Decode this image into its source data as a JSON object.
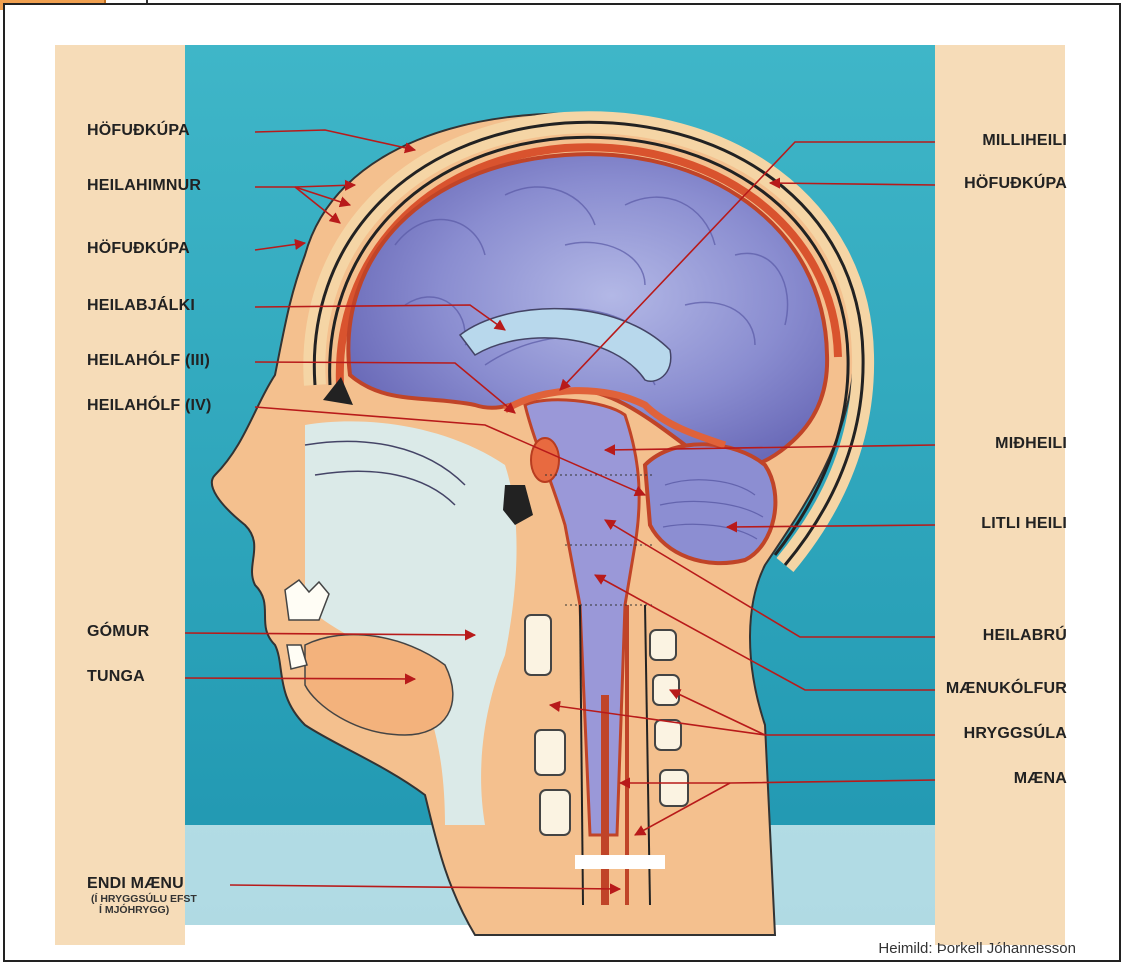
{
  "colors": {
    "skin": "#f4d2a6",
    "background_teal": "#2aa0b8",
    "brain": "#7d7fc4",
    "membrane": "#d9532e",
    "arrow": "#b81a1a"
  },
  "labels_left": [
    "HÖFUÐKÚPA",
    "HEILAHIMNUR",
    "HÖFUÐKÚPA",
    "HEILABJÁLKI",
    "HEILAHÓLF (III)",
    "HEILAHÓLF (IV)",
    "GÓMUR",
    "TUNGA",
    "ENDI MÆNU"
  ],
  "endi_note": [
    "(Í HRYGGSÚLU EFST",
    "Í MJÓHRYGG)"
  ],
  "labels_right": [
    "MILLIHEILI",
    "HÖFUÐKÚPA",
    "MIÐHEILI",
    "LITLI HEILI",
    "HEILABRÚ",
    "MÆNUKÓLFUR",
    "HRYGGSÚLA",
    "MÆNA"
  ],
  "credit": "Heimild: Þorkell Jóhannesson"
}
